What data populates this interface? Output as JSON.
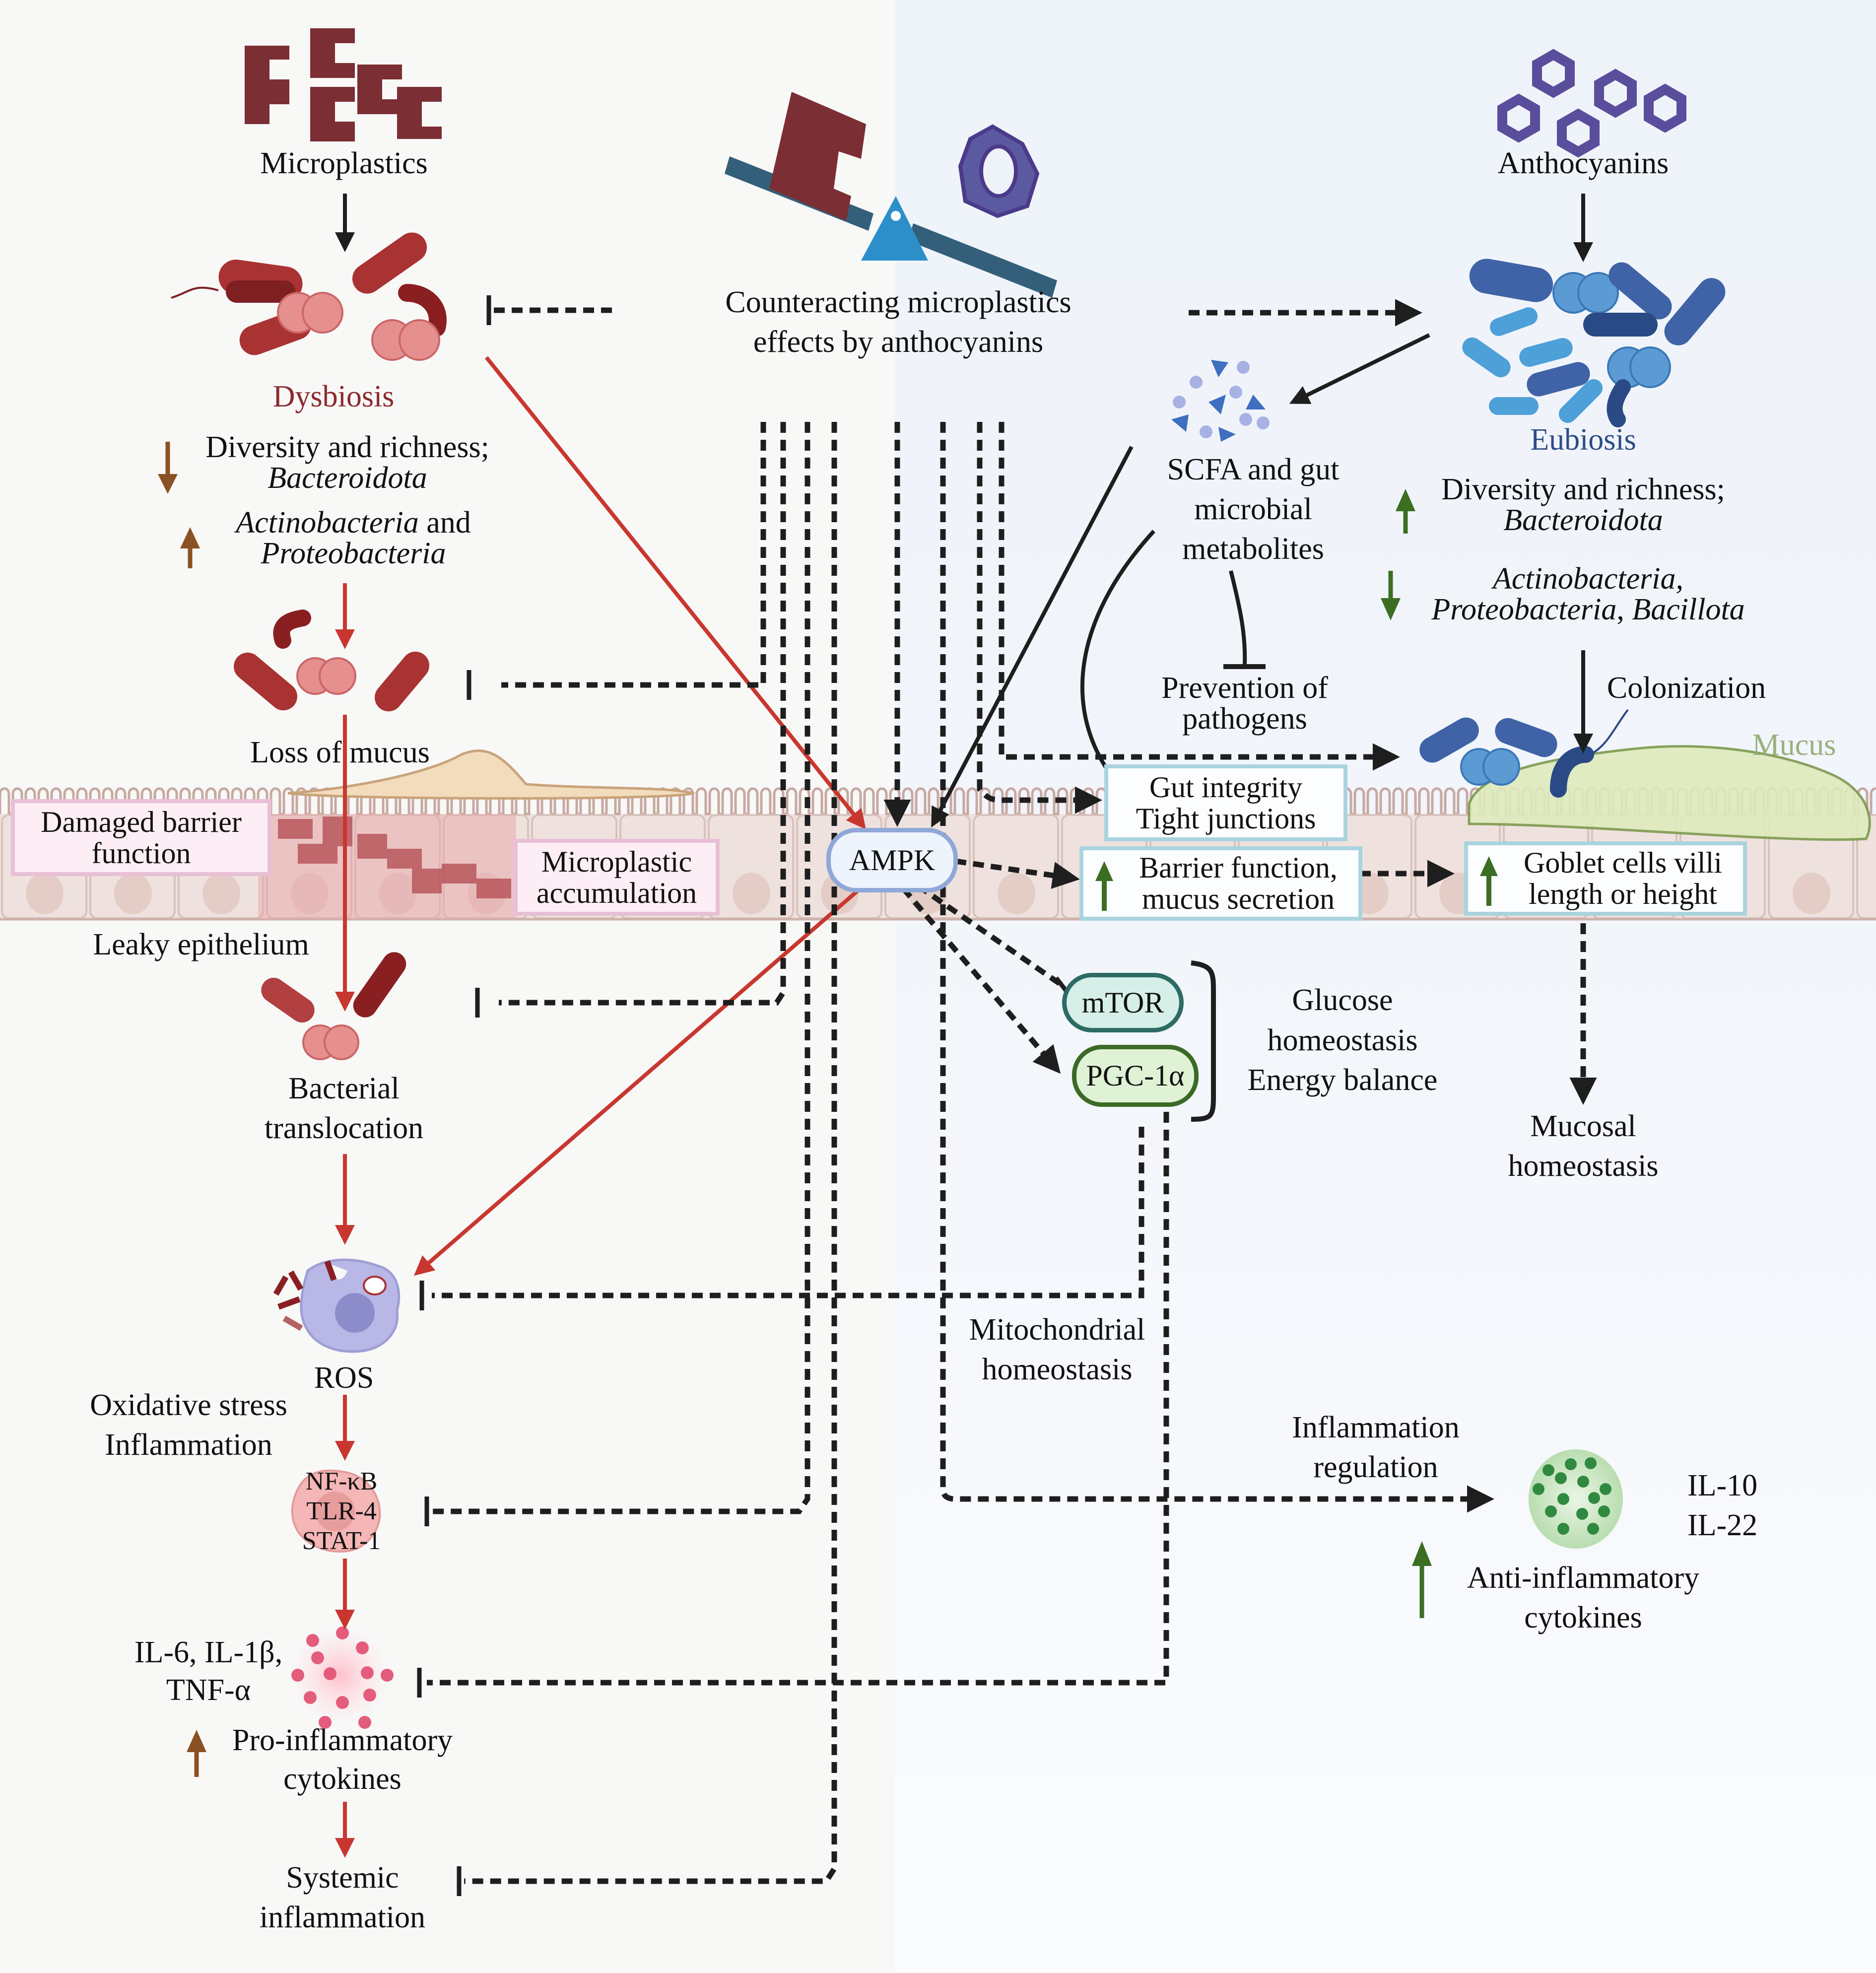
{
  "colors": {
    "microplastic": "#7b2e33",
    "anthocyanin": "#5a4e9c",
    "dysbiosis_text": "#8b2a2e",
    "eubiosis_text": "#2d4c86",
    "mucus_text": "#9ab07c",
    "harm_arrow": "#c8372f",
    "up_down_brown": "#8a5222",
    "up_down_green": "#3b6e22",
    "ampk_border": "#8fa8d8",
    "mtor_border": "#2d6b64",
    "pgc_border": "#3b6a26"
  },
  "left": {
    "microplastics_label": "Microplastics",
    "dysbiosis_label": "Dysbiosis",
    "dysbiosis_down_line1": "Diversity and richness;",
    "dysbiosis_down_line2": "Bacteroidota",
    "dysbiosis_up_line1_italic": "Actinobacteria",
    "dysbiosis_up_line1_rest": " and",
    "dysbiosis_up_line2": "Proteobacteria",
    "loss_of_mucus": "Loss of mucus",
    "damaged_barrier_line1": "Damaged barrier",
    "damaged_barrier_line2": "function",
    "microplastic_accum_line1": "Microplastic",
    "microplastic_accum_line2": "accumulation",
    "leaky_epithelium": "Leaky epithelium",
    "bacterial_translocation_line1": "Bacterial",
    "bacterial_translocation_line2": "translocation",
    "ros": "ROS",
    "oxidative_line1": "Oxidative stress",
    "oxidative_line2": "Inflammation",
    "signaling": [
      "NF-κB",
      "TLR-4",
      "STAT-1"
    ],
    "proinflam_cytokines_line1": "IL-6, IL-1β,",
    "proinflam_cytokines_line2": "TNF-α",
    "proinflam_label_line1": "Pro-inflammatory",
    "proinflam_label_line2": "cytokines",
    "systemic_line1": "Systemic",
    "systemic_line2": "inflammation"
  },
  "center": {
    "title_line1": "Counteracting microplastics",
    "title_line2": "effects by anthocyanins",
    "ampk": "AMPK",
    "mtor": "mTOR",
    "pgc": "PGC-1α",
    "glucose_line1": "Glucose",
    "glucose_line2": "homeostasis",
    "glucose_line3": "Energy balance",
    "mito_line1": "Mitochondrial",
    "mito_line2": "homeostasis"
  },
  "right": {
    "anthocyanins_label": "Anthocyanins",
    "eubiosis_label": "Eubiosis",
    "scfa_line1": "SCFA and gut",
    "scfa_line2": "microbial",
    "scfa_line3": "metabolites",
    "eub_up_line1": "Diversity and richness;",
    "eub_up_line2": "Bacteroidota",
    "eub_down_line1": "Actinobacteria,",
    "eub_down_line2a": "Proteobacteria",
    "eub_down_line2b": ", ",
    "eub_down_line2c": "Bacillota",
    "prevention_line1": "Prevention of",
    "prevention_line2": "pathogens",
    "colonization": "Colonization",
    "mucus": "Mucus",
    "gut_integrity_line1": "Gut integrity",
    "gut_integrity_line2": "Tight junctions",
    "barrier_line1": "Barrier function,",
    "barrier_line2": "mucus secretion",
    "goblet_line1": "Goblet cells villi",
    "goblet_line2": "length or height",
    "mucosal_line1": "Mucosal",
    "mucosal_line2": "homeostasis",
    "inflam_reg_line1": "Inflammation",
    "inflam_reg_line2": "regulation",
    "anti_cytokines": [
      "IL-10",
      "IL-22"
    ],
    "anti_label_line1": "Anti-inflammatory",
    "anti_label_line2": "cytokines"
  }
}
